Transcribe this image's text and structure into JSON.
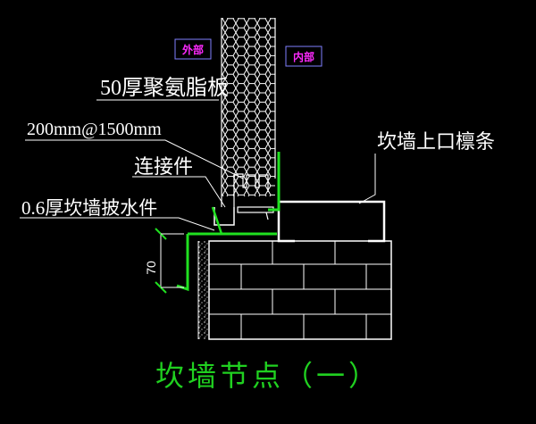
{
  "tags": {
    "outside": "外部",
    "inside": "内部"
  },
  "labels": {
    "panel": "50厚聚氨脂板",
    "spacing": "200mm@1500mm",
    "connector": "连接件",
    "flashing": "0.6厚坎墙披水件",
    "purlin": "坎墙上口檩条"
  },
  "dimension": "70",
  "title": "坎墙节点（一）",
  "colors": {
    "background": "#000000",
    "line": "#ffffff",
    "flashing": "#20e020",
    "tag_text": "#ff2aff",
    "tag_border": "#7f7fff"
  }
}
